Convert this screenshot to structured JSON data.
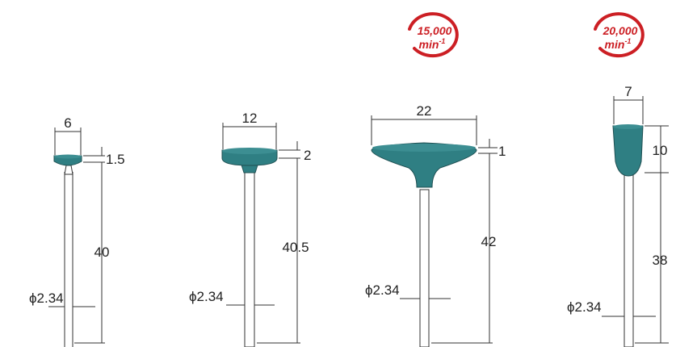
{
  "colors": {
    "head_fill": "#2f7f83",
    "head_shade": "#1f6468",
    "shank": "#ffffff",
    "line": "#333333",
    "badge_red": "#cc1f24"
  },
  "tools": [
    {
      "id": "tool-1",
      "head_width": "6",
      "head_height": "1.5",
      "length": "40",
      "shank_diameter": "ϕ2.34",
      "speed_badge": null
    },
    {
      "id": "tool-2",
      "head_width": "12",
      "head_height": "2",
      "length": "40.5",
      "shank_diameter": "ϕ2.34",
      "speed_badge": null
    },
    {
      "id": "tool-3",
      "head_width": "22",
      "head_height": "1",
      "length": "42",
      "shank_diameter": "ϕ2.34",
      "speed_badge": {
        "value": "15,000",
        "unit": "min",
        "exponent": "-1"
      }
    },
    {
      "id": "tool-4",
      "head_width": "7",
      "head_height": "10",
      "length": "38",
      "shank_diameter": "ϕ2.34",
      "speed_badge": {
        "value": "20,000",
        "unit": "min",
        "exponent": "-1"
      }
    }
  ]
}
